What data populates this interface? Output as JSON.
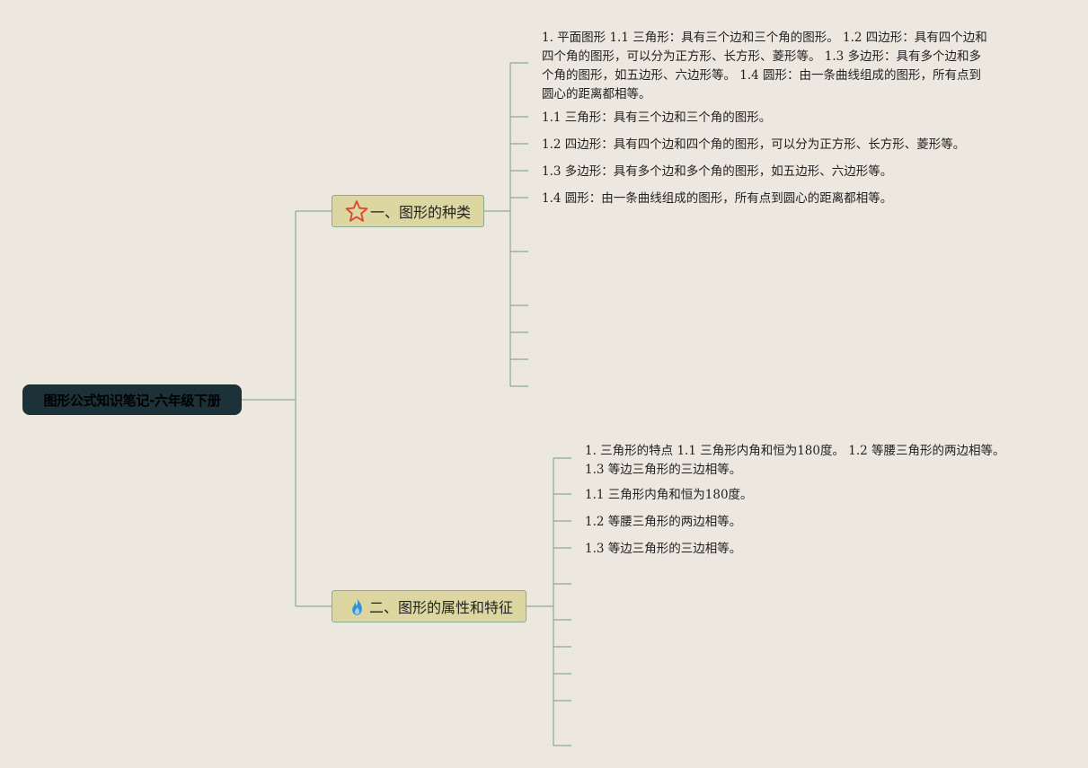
{
  "theme": {
    "background": "#ece7df",
    "root_bg": "#1c3138",
    "root_text": "#000000",
    "branch_bg": "#dcd7a0",
    "line_color": "#8bab8f",
    "star_color": "#e0432b",
    "flame_color": "#2f8fd8"
  },
  "root": {
    "label": "图形公式知识笔记-六年级下册"
  },
  "branches": [
    {
      "label": "一、图形的种类",
      "icon": "star-icon",
      "children": [
        "1. 平面图形 1.1 三角形：具有三个边和三个角的图形。 1.2 四边形：具有四个边和四个角的图形，可以分为正方形、长方形、菱形等。 1.3 多边形：具有多个边和多个角的图形，如五边形、六边形等。 1.4 圆形：由一条曲线组成的图形，所有点到圆心的距离都相等。",
        "1.1 三角形：具有三个边和三个角的图形。",
        "1.2 四边形：具有四个边和四个角的图形，可以分为正方形、长方形、菱形等。",
        "1.3 多边形：具有多个边和多个角的图形，如五边形、六边形等。",
        "1.4 圆形：由一条曲线组成的图形，所有点到圆心的距离都相等。"
      ]
    },
    {
      "label": "二、图形的属性和特征",
      "icon": "flame-icon",
      "children": [
        "1. 三角形的特点 1.1 三角形内角和恒为180度。 1.2 等腰三角形的两边相等。 1.3 等边三角形的三边相等。",
        "1.1 三角形内角和恒为180度。",
        "1.2 等腰三角形的两边相等。",
        "1.3 等边三角形的三边相等。"
      ]
    }
  ]
}
